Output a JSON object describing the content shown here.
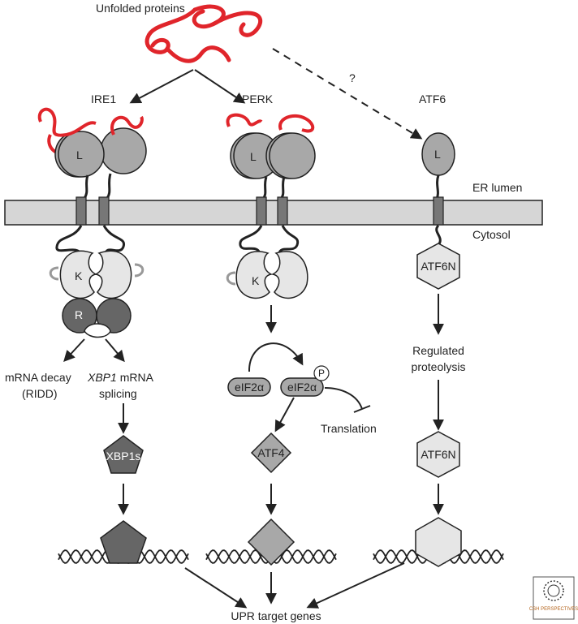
{
  "labels": {
    "unfolded_proteins": "Unfolded proteins",
    "question": "?",
    "ire1": "IRE1",
    "perk": "PERK",
    "atf6": "ATF6",
    "er_lumen": "ER lumen",
    "cytosol": "Cytosol",
    "L": "L",
    "K": "K",
    "R": "R",
    "atf6n": "ATF6N",
    "mrna_decay_1": "mRNA decay",
    "mrna_decay_2": "(RIDD)",
    "xbp1_gene": "XBP1",
    "mrna_word": " mRNA",
    "splicing": "splicing",
    "xbp1s": "XBP1s",
    "eif2a": "eIF2α",
    "P": "P",
    "translation": "Translation",
    "atf4": "ATF4",
    "regulated": "Regulated",
    "proteolysis": "proteolysis",
    "upr_target_genes": "UPR target genes",
    "logo_text": "CSH PERSPECTIVES"
  },
  "colors": {
    "protein_red": "#e0252b",
    "light_gray": "#e6e6e6",
    "mid_gray": "#a8a8a8",
    "dark_gray": "#666666",
    "membrane": "#d6d6d6"
  }
}
